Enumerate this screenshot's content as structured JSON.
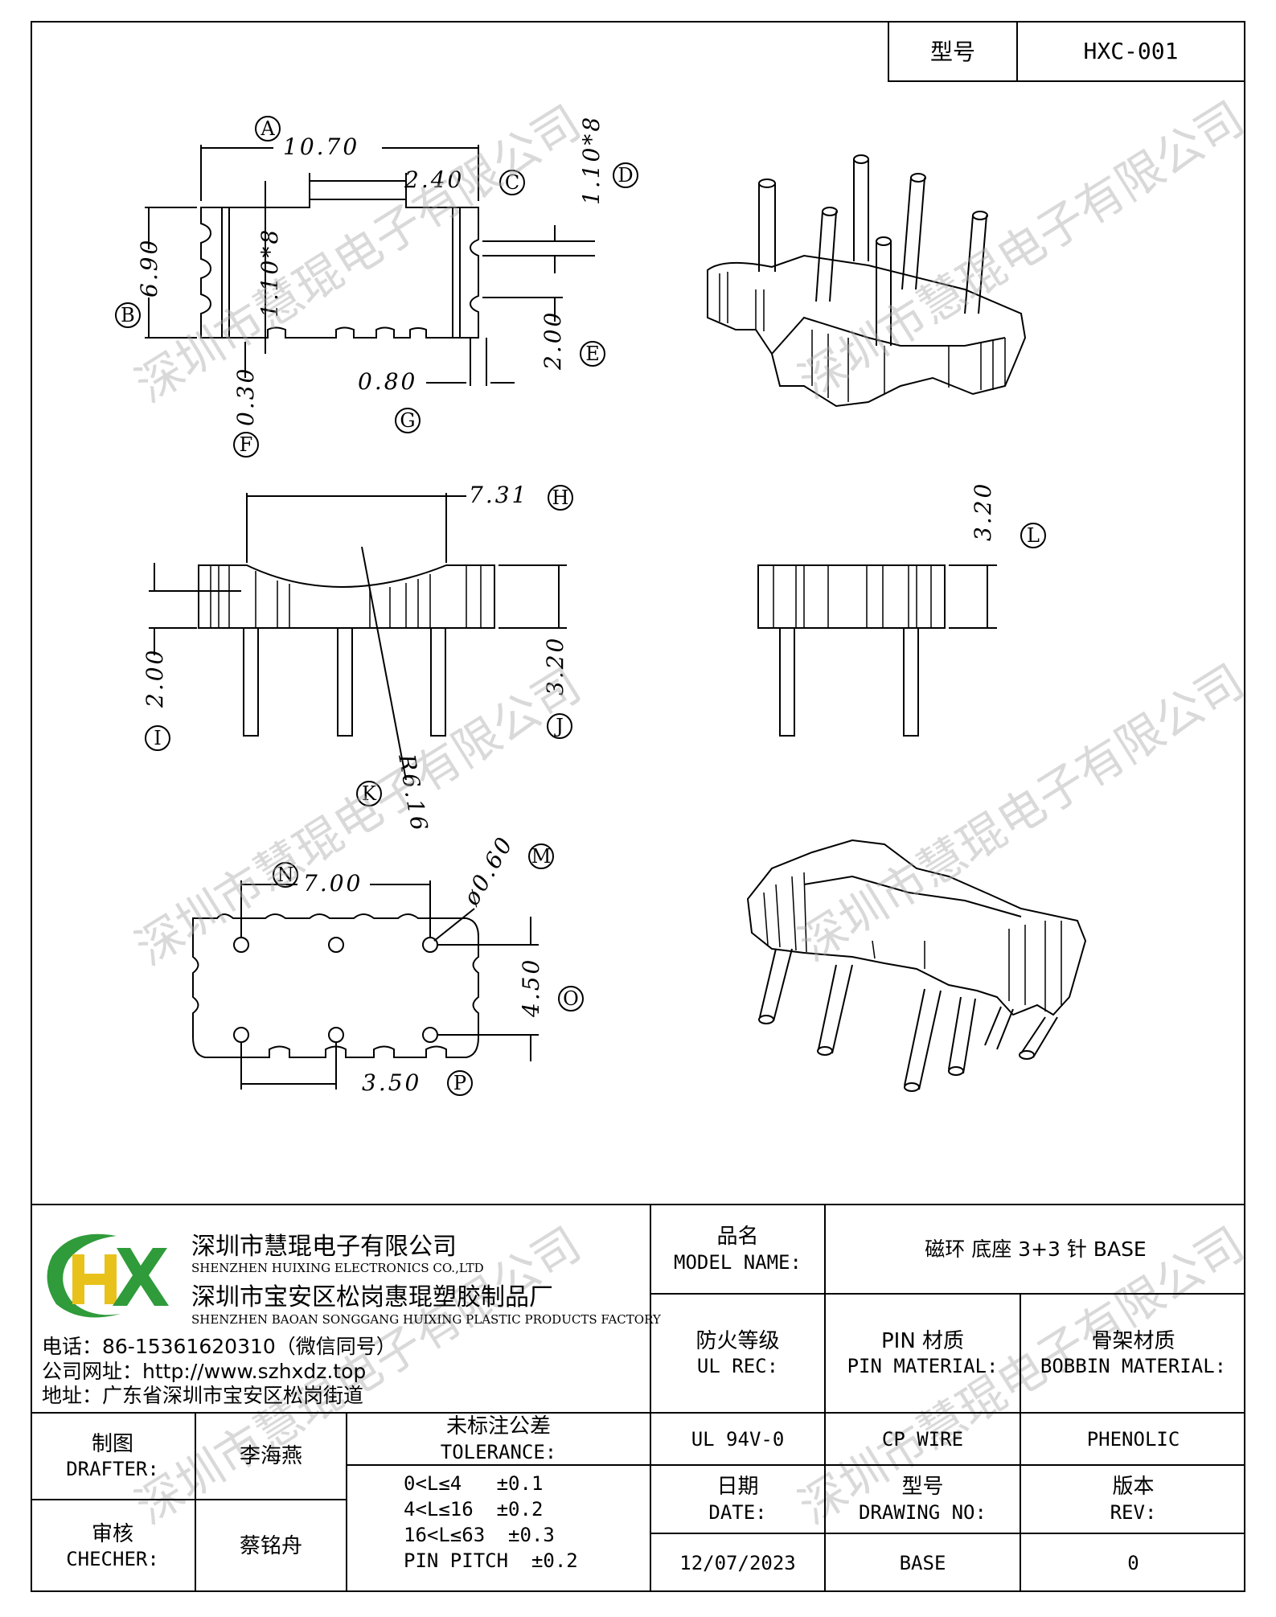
{
  "header": {
    "model_label": "型号",
    "model_value": "HXC-001"
  },
  "drawing": {
    "dims": {
      "A": "10.70",
      "B": "6.90",
      "C": "2.40",
      "D": "1.10*8",
      "E": "2.00",
      "F": "0.30",
      "G": "0.80",
      "H": "7.31",
      "I": "2.00",
      "J": "3.20",
      "K": "R6.16",
      "L": "3.20",
      "M": "ø0.60",
      "N": "7.00",
      "O": "4.50",
      "P": "3.50",
      "inner": "1.10*8"
    },
    "circles": [
      "A",
      "B",
      "C",
      "D",
      "E",
      "F",
      "G",
      "H",
      "I",
      "J",
      "K",
      "L",
      "M",
      "N",
      "O",
      "P"
    ]
  },
  "watermark": "深圳市慧琨电子有限公司",
  "company": {
    "logo_text": "HX",
    "name_cn": "深圳市慧琨电子有限公司",
    "name_en": "SHENZHEN HUIXING ELECTRONICS CO.,LTD",
    "factory_cn": "深圳市宝安区松岗惠琨塑胶制品厂",
    "factory_en": "SHENZHEN BAOAN SONGGANG HUIXING PLASTIC PRODUCTS FACTORY",
    "phone": "电话：86-15361620310（微信同号）",
    "website": "公司网址：http://www.szhxdz.top",
    "address": "地址：广东省深圳市宝安区松岗街道"
  },
  "title_block": {
    "model_name_cn": "品名",
    "model_name_en": "MODEL NAME:",
    "model_name_value": "磁环 底座 3+3 针 BASE",
    "ul_cn": "防火等级",
    "ul_en": "UL REC:",
    "pin_cn": "PIN 材质",
    "pin_en": "PIN MATERIAL:",
    "bobbin_cn": "骨架材质",
    "bobbin_en": "BOBBIN MATERIAL:",
    "drafter_cn": "制图",
    "drafter_en": "DRAFTER:",
    "drafter_value": "李海燕",
    "tolerance_cn": "未标注公差",
    "tolerance_en": "TOLERANCE:",
    "ul_value": "UL 94V-0",
    "pin_value": "CP WIRE",
    "bobbin_value": "PHENOLIC",
    "checker_cn": "审核",
    "checker_en": "CHECHER:",
    "checker_value": "蔡铭舟",
    "tol_lines": [
      "0<L≤4   ±0.1",
      "4<L≤16  ±0.2",
      "16<L≤63  ±0.3",
      "PIN PITCH  ±0.2"
    ],
    "date_cn": "日期",
    "date_en": "DATE:",
    "drawing_no_cn": "型号",
    "drawing_no_en": "DRAWING NO:",
    "rev_cn": "版本",
    "rev_en": "REV:",
    "date_value": "12/07/2023",
    "drawing_no_value": "BASE",
    "rev_value": "0"
  }
}
